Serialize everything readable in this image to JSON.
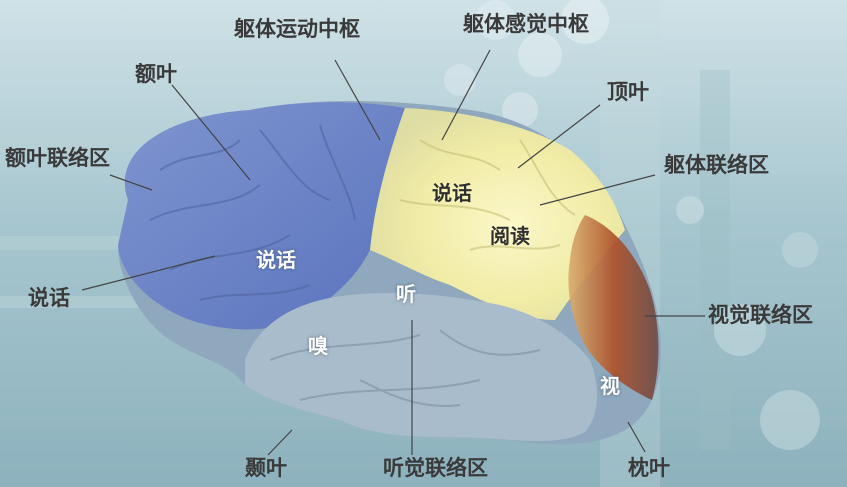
{
  "labels": {
    "frontal_lobe": "额叶",
    "primary_motor": "躯体运动中枢",
    "primary_somatosensory": "躯体感觉中枢",
    "parietal_lobe": "顶叶",
    "prefrontal_association": "额叶联络区",
    "somatosensory_association": "躯体联络区",
    "speech_outer": "说话",
    "visual_association": "视觉联络区",
    "temporal_lobe": "颞叶",
    "auditory_association": "听觉联络区",
    "occipital_lobe": "枕叶"
  },
  "regions": {
    "speech_broca": "说话",
    "speech_upper": "说话",
    "reading": "阅读",
    "hearing": "听",
    "smell": "嗅",
    "vision": "视"
  },
  "colors": {
    "frontal": "#6f87c9",
    "sensory": "#f3f0b8",
    "visual": "#b0522a",
    "temporal": "#a9bccb"
  }
}
